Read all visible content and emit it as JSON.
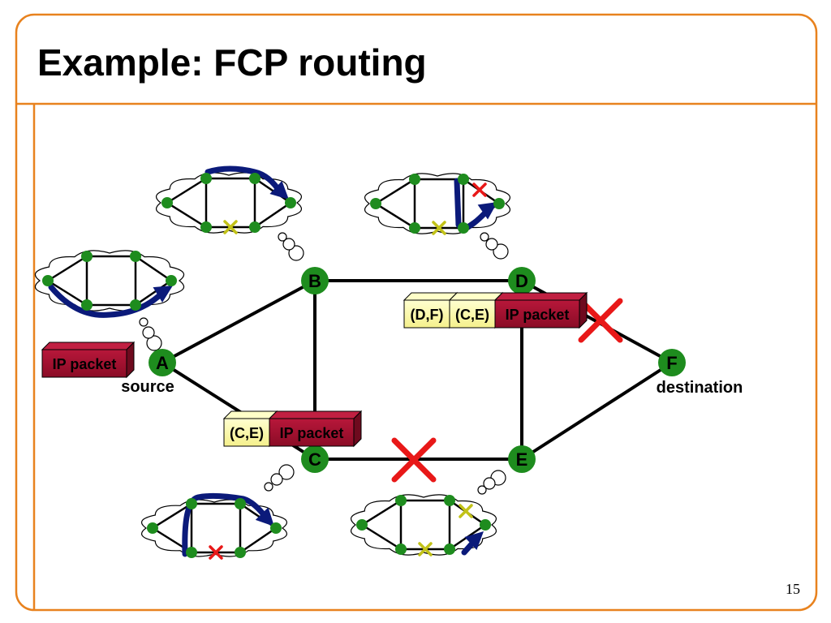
{
  "slide": {
    "title": "Example: FCP routing",
    "page_number": "15"
  },
  "colors": {
    "frame": "#E8821E",
    "node": "#1E8C1E",
    "link": "#000000",
    "path_arrow": "#0B1A7A",
    "failure": "#E81818",
    "local_failure": "#C2C218",
    "packet_body": "#9E1030",
    "header_yellow": "#FFFFAA"
  },
  "network": {
    "nodes": [
      {
        "id": "A",
        "label": "A",
        "caption": "source"
      },
      {
        "id": "B",
        "label": "B",
        "caption": ""
      },
      {
        "id": "C",
        "label": "C",
        "caption": ""
      },
      {
        "id": "D",
        "label": "D",
        "caption": ""
      },
      {
        "id": "E",
        "label": "E",
        "caption": ""
      },
      {
        "id": "F",
        "label": "F",
        "caption": "destination"
      }
    ],
    "links": [
      [
        "A",
        "B"
      ],
      [
        "A",
        "C"
      ],
      [
        "B",
        "C"
      ],
      [
        "B",
        "D"
      ],
      [
        "C",
        "E"
      ],
      [
        "D",
        "E"
      ],
      [
        "D",
        "F"
      ],
      [
        "E",
        "F"
      ]
    ],
    "failed_links": [
      [
        "D",
        "F"
      ],
      [
        "C",
        "E"
      ]
    ]
  },
  "packets": [
    {
      "at": "A",
      "headers": [],
      "body": "IP packet"
    },
    {
      "at": "C",
      "headers": [
        "(C,E)"
      ],
      "body": "IP packet"
    },
    {
      "at": "D",
      "headers": [
        "(D,F)",
        "(C,E)"
      ],
      "body": "IP packet"
    }
  ],
  "thought_bubbles": [
    {
      "router": "A",
      "known_failures": []
    },
    {
      "router": "B",
      "known_failures": [
        "(C,E)"
      ]
    },
    {
      "router": "C",
      "known_failures": [
        "(C,E)"
      ]
    },
    {
      "router": "D",
      "known_failures": [
        "(C,E)",
        "(D,F)"
      ]
    },
    {
      "router": "E",
      "known_failures": [
        "(C,E)",
        "(D,F)"
      ]
    }
  ]
}
